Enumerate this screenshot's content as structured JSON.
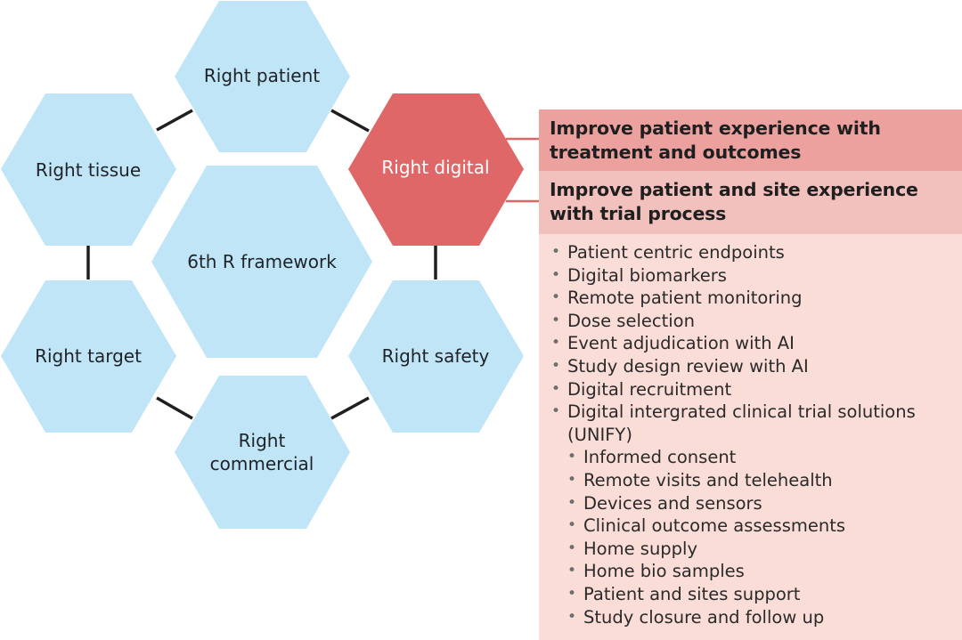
{
  "diagram": {
    "center": "6th R framework",
    "nodes": {
      "patient": "Right patient",
      "tissue": "Right tissue",
      "target": "Right target",
      "commercial_line1": "Right",
      "commercial_line2": "commercial",
      "safety": "Right safety",
      "digital": "Right digital"
    }
  },
  "panel": {
    "heading_1_line1": "Improve patient experience with",
    "heading_1_line2": "treatment and outcomes",
    "heading_2_line1": "Improve patient and site experience",
    "heading_2_line2": "with trial process",
    "items": [
      "Patient centric endpoints",
      "Digital biomarkers",
      "Remote patient monitoring",
      "Dose selection",
      "Event adjudication with AI",
      "Study design review with AI",
      "Digital recruitment",
      "Digital intergrated clinical trial solutions (UNIFY)"
    ],
    "sub_items": [
      "Informed consent",
      "Remote visits and telehealth",
      "Devices and sensors",
      "Clinical outcome assessments",
      "Home supply",
      "Home bio samples",
      "Patient and sites support",
      "Study closure and follow up"
    ]
  },
  "colors": {
    "hex_blue": "#bfe5f7",
    "hex_red": "#e06767",
    "heading_1_bg": "#eda19f",
    "heading_2_bg": "#f3c1bd",
    "list_bg": "#fbddd8",
    "connector": "#1f1f1f"
  }
}
